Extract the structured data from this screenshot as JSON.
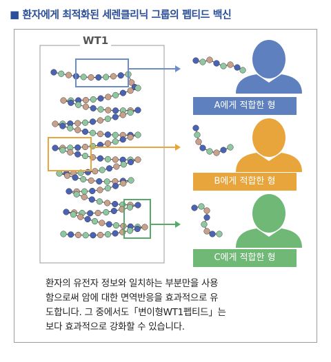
{
  "title": "■ 환자에게 최적화된 세렌클리닉 그룹의 펩티드 백신",
  "diagram": {
    "protein_label": "WT1",
    "patients": [
      {
        "label": "A에게 적합한 형",
        "color": "#5e80bf"
      },
      {
        "label": "B에게 적합한 형",
        "color": "#e8a53c"
      },
      {
        "label": "C에게 적합한 형",
        "color": "#6fb876"
      }
    ],
    "highlight_colors": {
      "A": "#6a8cc8",
      "B": "#e8a53c",
      "C": "#58a86a"
    },
    "bead_colors": [
      "#4a63b5",
      "#8fc8a0",
      "#c9a08a"
    ]
  },
  "caption": {
    "lines": [
      "환자의 유전자 정보와 일치하는 부분만을 사용",
      "함으로써 암에 대한 면역반응을 효과적으로 유",
      "도합니다. 그 중에서도「변이형WT1펩티드」는",
      "보다 효과적으로 강화할 수 있습니다."
    ]
  }
}
